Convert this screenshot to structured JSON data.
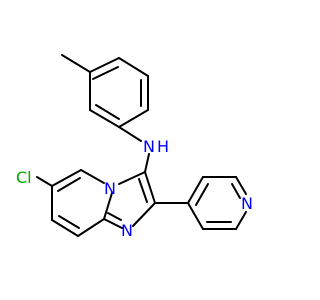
{
  "atoms": {
    "nh": {
      "text": "N",
      "sub": "H"
    },
    "n_pyridine": {
      "text": "N"
    },
    "n_bridge": {
      "text": "N"
    },
    "n_imidazole": {
      "text": "N"
    },
    "cl": {
      "text": "Cl"
    }
  },
  "colors": {
    "bond": "#000000",
    "nitrogen": "#0000ff",
    "chlorine": "#00aa00",
    "hydrogen_on_n": "#0000ff"
  }
}
